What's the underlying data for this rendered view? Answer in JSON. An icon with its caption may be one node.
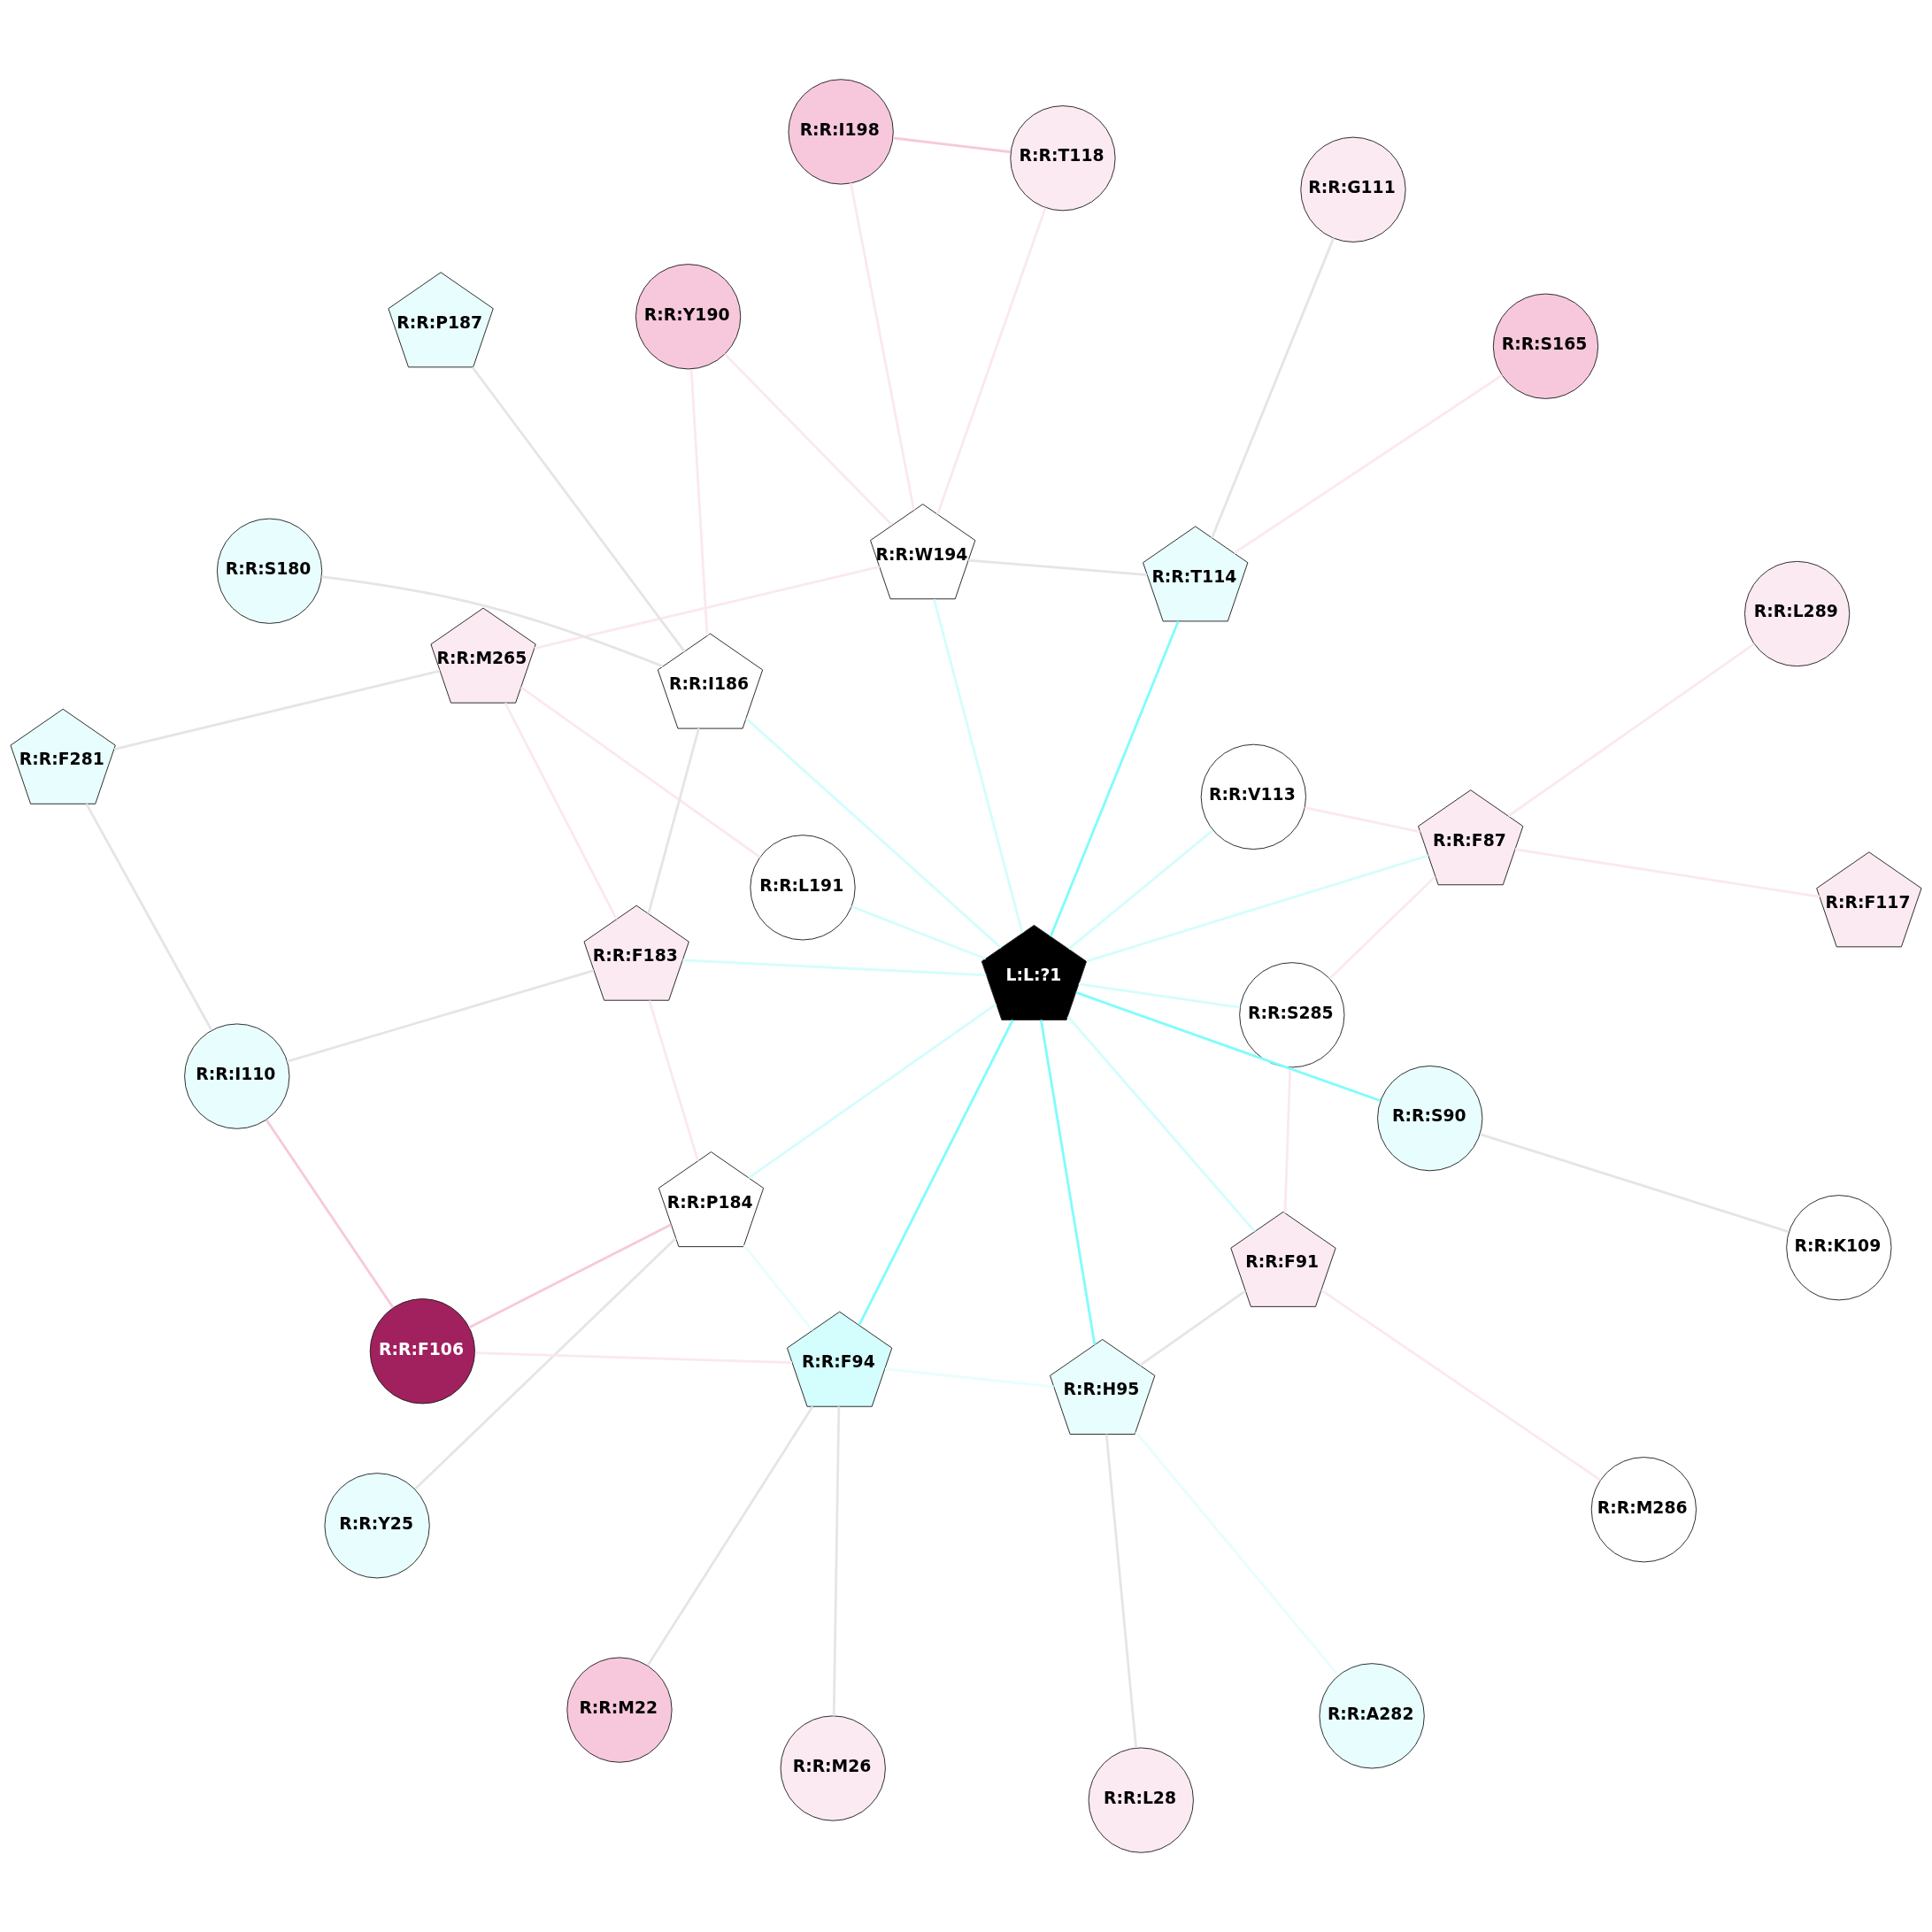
{
  "diagram": {
    "nodes": [
      {
        "text": [
          "R:R:M22"
        ]
      },
      {
        "text": [
          "R:R:A282"
        ]
      },
      {
        "text": [
          "R:R:Y25"
        ]
      },
      {
        "text": [
          "R:R:I198"
        ]
      },
      {
        "text": [
          "R:R:M26"
        ]
      },
      {
        "text": [
          "R:R:Y190"
        ]
      },
      {
        "text": [
          "R:R:L28"
        ]
      },
      {
        "text": [
          "R:R:F87"
        ]
      },
      {
        "text": [
          "R:R:S285"
        ]
      },
      {
        "text": [
          "R:R:S90"
        ]
      },
      {
        "text": [
          "R:R:W194"
        ]
      },
      {
        "text": [
          "R:R:F91"
        ]
      },
      {
        "text": [
          "R:R:P187"
        ]
      },
      {
        "text": [
          "R:R:F117"
        ]
      },
      {
        "text": [
          "R:R:F94"
        ]
      },
      {
        "text": [
          "R:R:L191"
        ]
      },
      {
        "text": [
          "L:L:?1"
        ]
      },
      {
        "text": [
          "R:R:F281"
        ]
      },
      {
        "text": [
          "R:R:L289"
        ]
      },
      {
        "text": [
          "R:R:I186"
        ]
      },
      {
        "text": [
          "R:R:H95"
        ]
      },
      {
        "text": [
          "R:R:M265"
        ]
      },
      {
        "text": [
          "R:R:K109"
        ]
      },
      {
        "text": [
          "R:R:P184"
        ]
      },
      {
        "text": [
          "R:R:V113"
        ]
      },
      {
        "text": [
          "R:R:F183"
        ]
      },
      {
        "text": [
          "R:R:T114"
        ]
      },
      {
        "text": [
          "R:R:S180"
        ]
      },
      {
        "text": [
          "R:R:M286"
        ]
      },
      {
        "text": [
          "R:R:T118"
        ]
      },
      {
        "text": [
          "R:R:F106"
        ]
      },
      {
        "text": [
          "R:R:S165"
        ]
      },
      {
        "text": [
          "R:R:I110"
        ]
      },
      {
        "text": [
          "R:R:G111"
        ]
      }
    ],
    "edges": [
      {
        "from": 16,
        "to": 8,
        "arrow": "none",
        "color": "#d4fdfd"
      },
      {
        "from": 16,
        "to": 7,
        "arrow": "none",
        "color": "#d4fdfd"
      },
      {
        "from": 16,
        "to": 9,
        "arrow": "none",
        "color": "#80fcfc"
      },
      {
        "from": 16,
        "to": 11,
        "arrow": "none",
        "color": "#d4fdfd"
      },
      {
        "from": 16,
        "to": 14,
        "arrow": "none",
        "color": "#80fcfc"
      },
      {
        "from": 16,
        "to": 20,
        "arrow": "none",
        "color": "#80fcfc"
      },
      {
        "from": 16,
        "to": 24,
        "arrow": "none",
        "color": "#d4fdfd"
      },
      {
        "from": 16,
        "to": 26,
        "arrow": "none",
        "color": "#80fcfc"
      },
      {
        "from": 16,
        "to": 25,
        "arrow": "none",
        "color": "#d4fdfd"
      },
      {
        "from": 16,
        "to": 23,
        "arrow": "none",
        "color": "#d4fdfd"
      },
      {
        "from": 16,
        "to": 19,
        "arrow": "none",
        "color": "#d4fdfd"
      },
      {
        "from": 16,
        "to": 15,
        "arrow": "none",
        "color": "#d4fdfd"
      },
      {
        "from": 16,
        "to": 10,
        "arrow": "none",
        "color": "#d4fdfd"
      },
      {
        "from": 1,
        "to": 20,
        "arrow": "none",
        "color": "#e8fefe"
      },
      {
        "from": 14,
        "to": 20,
        "arrow": "none",
        "color": "#e8fefe"
      },
      {
        "from": 14,
        "to": 23,
        "arrow": "none",
        "color": "#e8fefe"
      },
      {
        "from": 0,
        "to": 14,
        "arrow": "none",
        "color": "#e5e5e5"
      },
      {
        "from": 9,
        "to": 22,
        "arrow": "none",
        "color": "#e5e5e5"
      },
      {
        "from": 2,
        "to": 23,
        "arrow": "none",
        "color": "#e5e5e5"
      },
      {
        "from": 4,
        "to": 14,
        "arrow": "none",
        "color": "#e5e5e5"
      },
      {
        "from": 6,
        "to": 20,
        "arrow": "none",
        "color": "#e5e5e5"
      },
      {
        "from": 11,
        "to": 20,
        "arrow": "none",
        "color": "#e5e5e5"
      },
      {
        "from": 10,
        "to": 26,
        "arrow": "none",
        "color": "#e5e5e5"
      },
      {
        "from": 12,
        "to": 19,
        "arrow": "none",
        "color": "#e5e5e5"
      },
      {
        "from": 17,
        "to": 21,
        "arrow": "none",
        "color": "#e5e5e5"
      },
      {
        "from": 17,
        "to": 32,
        "arrow": "none",
        "color": "#e5e5e5"
      },
      {
        "from": 19,
        "to": 27,
        "arrow": "none",
        "color": "#e5e5e5"
      },
      {
        "from": 19,
        "to": 25,
        "arrow": "none",
        "color": "#e5e5e5"
      },
      {
        "from": 25,
        "to": 32,
        "arrow": "none",
        "color": "#e5e5e5"
      },
      {
        "from": 26,
        "to": 33,
        "arrow": "none",
        "color": "#e5e5e5"
      },
      {
        "from": 3,
        "to": 29,
        "arrow": "none",
        "color": "#f7c8dc"
      },
      {
        "from": 23,
        "to": 30,
        "arrow": "none",
        "color": "#f7c8dc"
      },
      {
        "from": 30,
        "to": 32,
        "arrow": "none",
        "color": "#f7c8dc"
      },
      {
        "from": 3,
        "to": 10,
        "arrow": "none",
        "color": "#fbe8f0"
      },
      {
        "from": 5,
        "to": 10,
        "arrow": "none",
        "color": "#fbe8f0"
      },
      {
        "from": 5,
        "to": 19,
        "arrow": "none",
        "color": "#fbe8f0"
      },
      {
        "from": 10,
        "to": 21,
        "arrow": "none",
        "color": "#fbe8f0"
      },
      {
        "from": 15,
        "to": 21,
        "arrow": "none",
        "color": "#fbe8f0"
      },
      {
        "from": 10,
        "to": 29,
        "arrow": "none",
        "color": "#fbe8f0"
      },
      {
        "from": 8,
        "to": 7,
        "arrow": "none",
        "color": "#fbe8f0"
      },
      {
        "from": 8,
        "to": 11,
        "arrow": "none",
        "color": "#fbe8f0"
      },
      {
        "from": 7,
        "to": 13,
        "arrow": "none",
        "color": "#fbe8f0"
      },
      {
        "from": 7,
        "to": 18,
        "arrow": "none",
        "color": "#fbe8f0"
      },
      {
        "from": 7,
        "to": 24,
        "arrow": "none",
        "color": "#fbe8f0"
      },
      {
        "from": 14,
        "to": 30,
        "arrow": "none",
        "color": "#fbe8f0"
      },
      {
        "from": 11,
        "to": 28,
        "arrow": "none",
        "color": "#fbe8f0"
      },
      {
        "from": 23,
        "to": 25,
        "arrow": "none",
        "color": "#fbe8f0"
      },
      {
        "from": 21,
        "to": 25,
        "arrow": "none",
        "color": "#fbe8f0"
      },
      {
        "from": 31,
        "to": 26,
        "arrow": "none",
        "color": "#fbe8f0"
      }
    ]
  }
}
